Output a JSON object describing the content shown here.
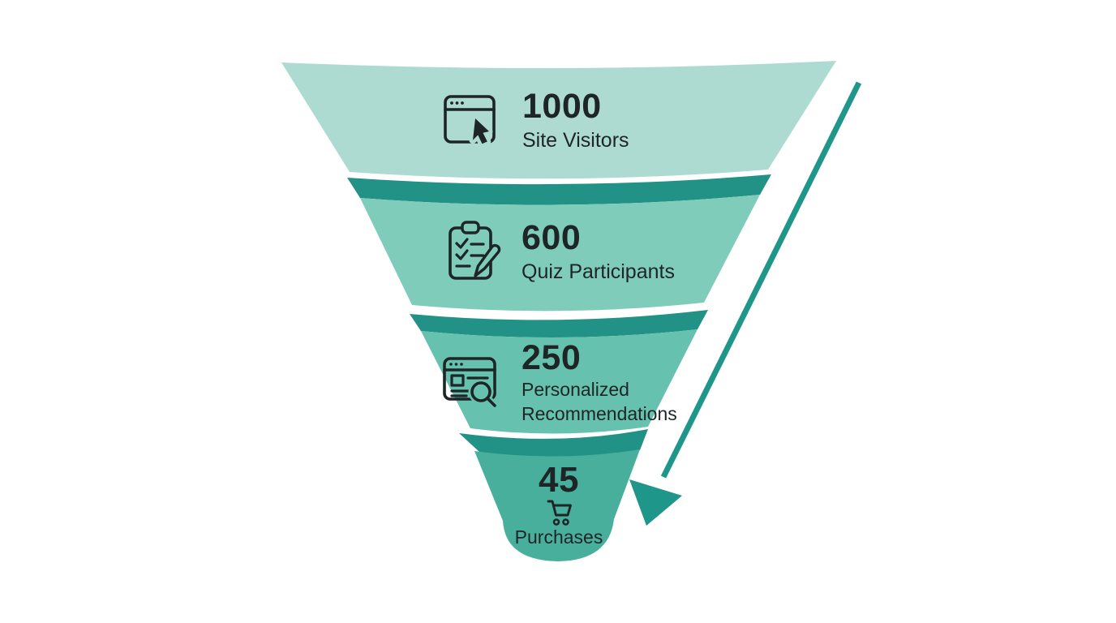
{
  "background_color": "#ffffff",
  "funnel": {
    "band_color": "#219285",
    "arrow_color": "#1f968a",
    "text_color": "#1d2527",
    "stages": [
      {
        "value": "1000",
        "label": "Site Visitors",
        "icon": "browser-click-icon",
        "face_color": "#aedbd1"
      },
      {
        "value": "600",
        "label": "Quiz Participants",
        "icon": "clipboard-checklist-icon",
        "face_color": "#7fccba"
      },
      {
        "value": "250",
        "label": "Personalized Recommendations",
        "label_lines": [
          "Personalized",
          "Recommendations"
        ],
        "icon": "browser-search-icon",
        "face_color": "#67c1af"
      },
      {
        "value": "45",
        "label": "Purchases",
        "icon": "shopping-cart-icon",
        "face_color": "#48af9d"
      }
    ]
  },
  "chart_data": {
    "type": "bar",
    "subtype": "funnel",
    "categories": [
      "Site Visitors",
      "Quiz Participants",
      "Personalized Recommendations",
      "Purchases"
    ],
    "values": [
      1000,
      600,
      250,
      45
    ],
    "title": "",
    "xlabel": "",
    "ylabel": "",
    "legend": false,
    "annotations": [
      "downward trend arrow on right side"
    ]
  }
}
